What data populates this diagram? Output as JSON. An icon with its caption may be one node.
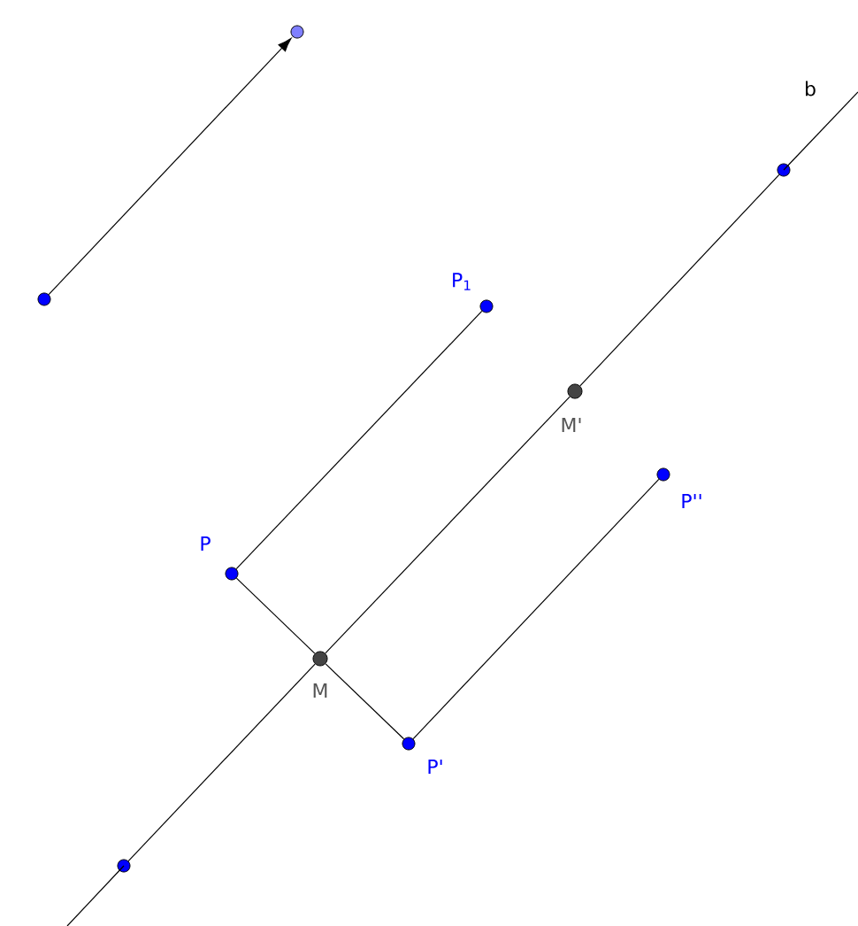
{
  "diagram": {
    "nodes": [
      {
        "text": [],
        "shape": "circle"
      },
      {
        "text": [],
        "shape": "circle"
      },
      {
        "text": [],
        "shape": "circle"
      },
      {
        "text": [
          "P$_{1}$"
        ]
      },
      {
        "text": [
          "M'"
        ]
      },
      {
        "text": [
          "P''"
        ]
      },
      {
        "text": [
          "P"
        ]
      },
      {
        "text": [
          "M"
        ]
      },
      {
        "text": [
          "P'"
        ]
      },
      {
        "text": [],
        "shape": "circle"
      }
    ],
    "edges": [
      {
        "from": 2,
        "to": 0,
        "arrow": "to"
      },
      {
        "from": 6,
        "to": 3,
        "arrow": "none"
      },
      {
        "from": 6,
        "to": 7,
        "arrow": "none"
      },
      {
        "from": 7,
        "to": 8,
        "arrow": "none"
      },
      {
        "from": 8,
        "to": 5,
        "arrow": "none"
      },
      {
        "from": 9,
        "to": 7,
        "arrow": "none"
      },
      {
        "from": 7,
        "to": 4,
        "arrow": "none"
      },
      {
        "from": 4,
        "to": 1,
        "arrow": "none"
      }
    ],
    "labels": [
      "b"
    ]
  }
}
